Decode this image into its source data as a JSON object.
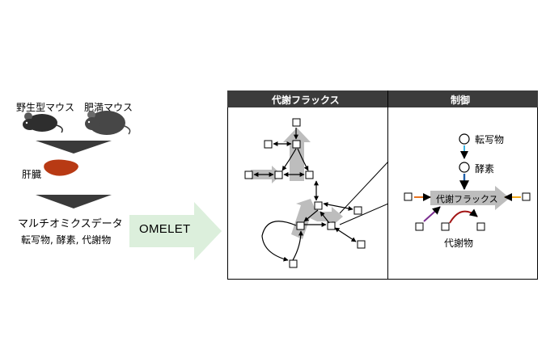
{
  "left": {
    "wildtype_label": "野生型マウス",
    "obese_label": "肥満マウス",
    "liver_label": "肝臓",
    "multiomics_label": "マルチオミクスデータ",
    "multiomics_sub": "転写物, 酵素, 代謝物"
  },
  "omelet": {
    "label": "OMELET"
  },
  "panel": {
    "flux_title": "代謝フラックス",
    "control_title": "制御",
    "transcript_label": "転写物",
    "enzyme_label": "酵素",
    "flux_label": "代謝フラックス",
    "metabolite_label": "代謝物"
  },
  "colors": {
    "header": "#3b3b3b",
    "liver": "#b83a14",
    "mouse_wild": "#2e2e2e",
    "mouse_obese": "#474747",
    "omelet_arrow": "#dcefdc",
    "funnel": "#3a3a3a",
    "flux_arrow": "#bdbdbd",
    "transcript_arrow": "#3db6e6",
    "enzyme_arrow": "#1f5fa8",
    "reg_orange": "#e8731e",
    "reg_yellow": "#f0a81c",
    "reg_purple": "#7a2d8f",
    "reg_red": "#a31616"
  }
}
